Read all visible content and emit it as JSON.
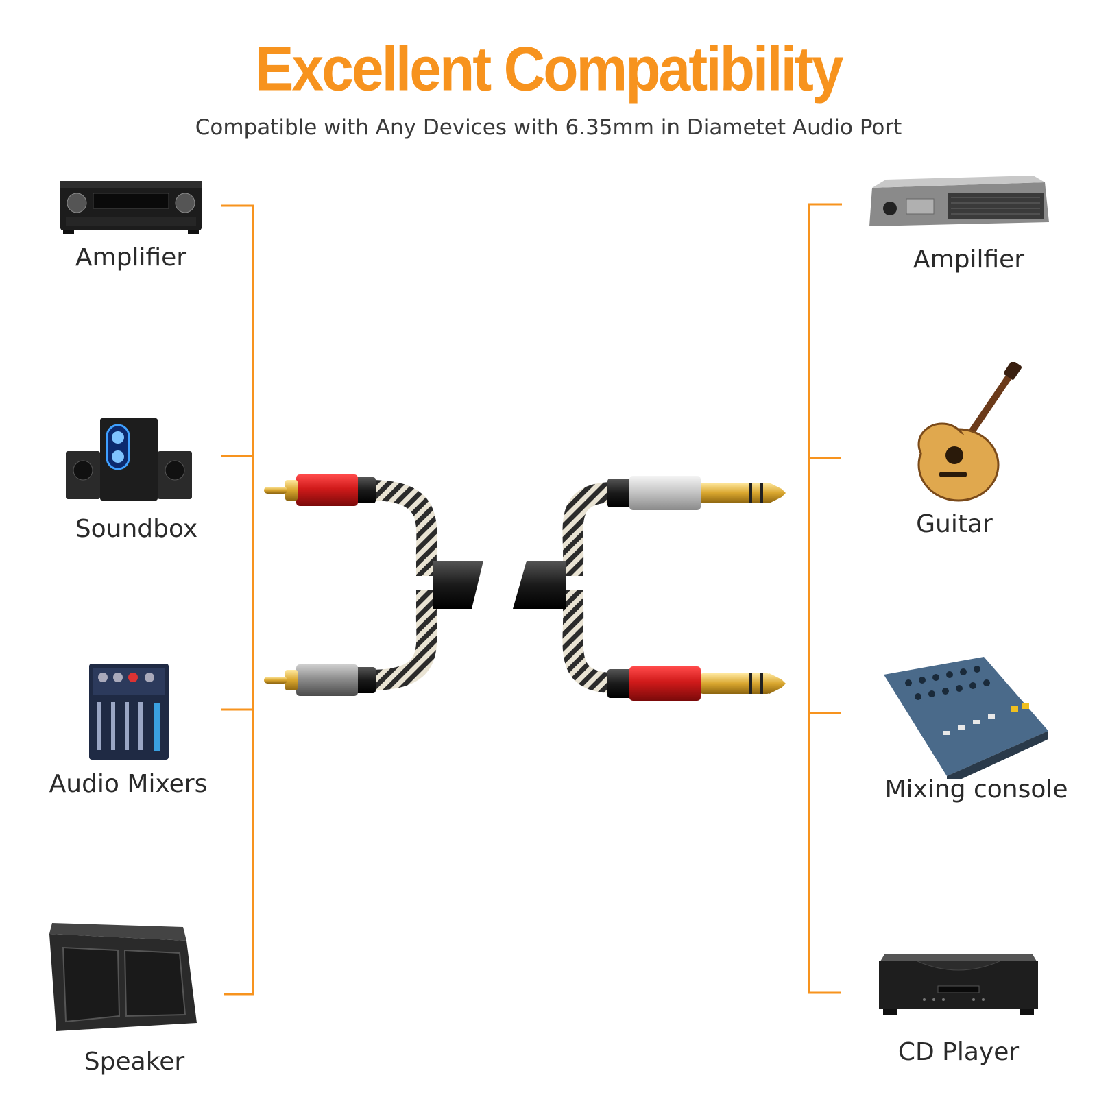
{
  "header": {
    "title": "Excellent Compatibility",
    "subtitle": "Compatible with Any Devices with 6.35mm in Diametet Audio Port"
  },
  "colors": {
    "accent": "#f7931e",
    "text": "#2a2a2a",
    "plug_red": "#c8141c",
    "plug_gray": "#8a8a8a",
    "gold": "#d9a62e"
  },
  "left_devices": [
    {
      "label": "Amplifier",
      "icon": "av-receiver-icon"
    },
    {
      "label": "Soundbox",
      "icon": "speaker-system-icon"
    },
    {
      "label": "Audio Mixers",
      "icon": "audio-mixer-icon"
    },
    {
      "label": "Speaker",
      "icon": "loudspeaker-cabinet-icon"
    }
  ],
  "right_devices": [
    {
      "label": "Ampilfier",
      "icon": "rack-amplifier-icon"
    },
    {
      "label": "Guitar",
      "icon": "acoustic-guitar-icon"
    },
    {
      "label": "Mixing console",
      "icon": "mixing-console-icon"
    },
    {
      "label": "CD Player",
      "icon": "cd-player-icon"
    }
  ],
  "cable": {
    "left_connectors": "2 x RCA male",
    "right_connectors": "2 x 6.35mm male"
  }
}
